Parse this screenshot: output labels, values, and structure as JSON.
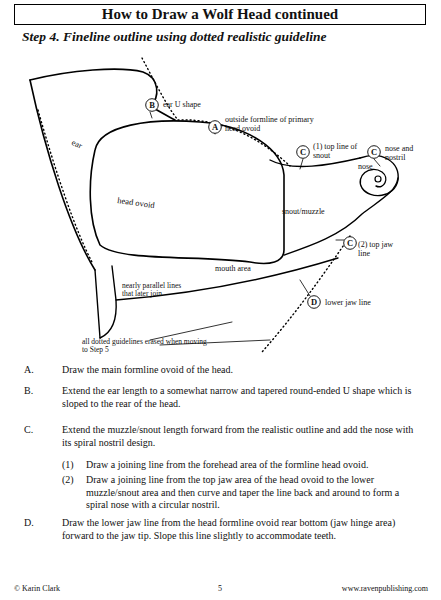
{
  "diagram": {
    "title": "How to Draw a Wolf Head continued",
    "nodes": [
      {
        "text": [
          "B"
        ]
      },
      {
        "text": [
          "A"
        ]
      },
      {
        "text": [
          "C"
        ]
      },
      {
        "text": [
          "C"
        ]
      },
      {
        "text": [
          "C"
        ]
      },
      {
        "text": [
          "D"
        ]
      }
    ],
    "labels": [
      "Step 4. Fineline outline using dotted realistic guideline",
      "ear U shape",
      "outside formline of primary head ovoid",
      "(1) top line of snout",
      "nose and nostril",
      "ear",
      "nose",
      "head ovoid",
      "snout/muzzle",
      "(2) top jaw line",
      "mouth area",
      "nearly parallel lines that later join",
      "lower jaw line",
      "all dotted guidelines erased when moving to Step 5",
      "A.",
      "Draw the main formline ovoid of the head.",
      "B.",
      "Extend the ear length to a somewhat narrow and tapered round-ended U shape which is sloped to the rear of the head.",
      "C.",
      "Extend the muzzle/snout length forward from the realistic outline and add the nose with its spiral nostril design.",
      "(1)",
      "Draw a joining line from the forehead area of the formline head ovoid.",
      "(2)",
      "Draw a joining line from the top jaw area of the head ovoid to the lower muzzle/snout area and then curve and taper the line back and around to form a spiral nose with a circular nostril.",
      "D.",
      "Draw the lower jaw line from the head formline ovoid rear bottom (jaw hinge area) forward to the jaw tip. Slope this line slightly to accommodate teeth.",
      "© Karin Clark",
      "5",
      "www.ravenpublishing.com"
    ]
  }
}
